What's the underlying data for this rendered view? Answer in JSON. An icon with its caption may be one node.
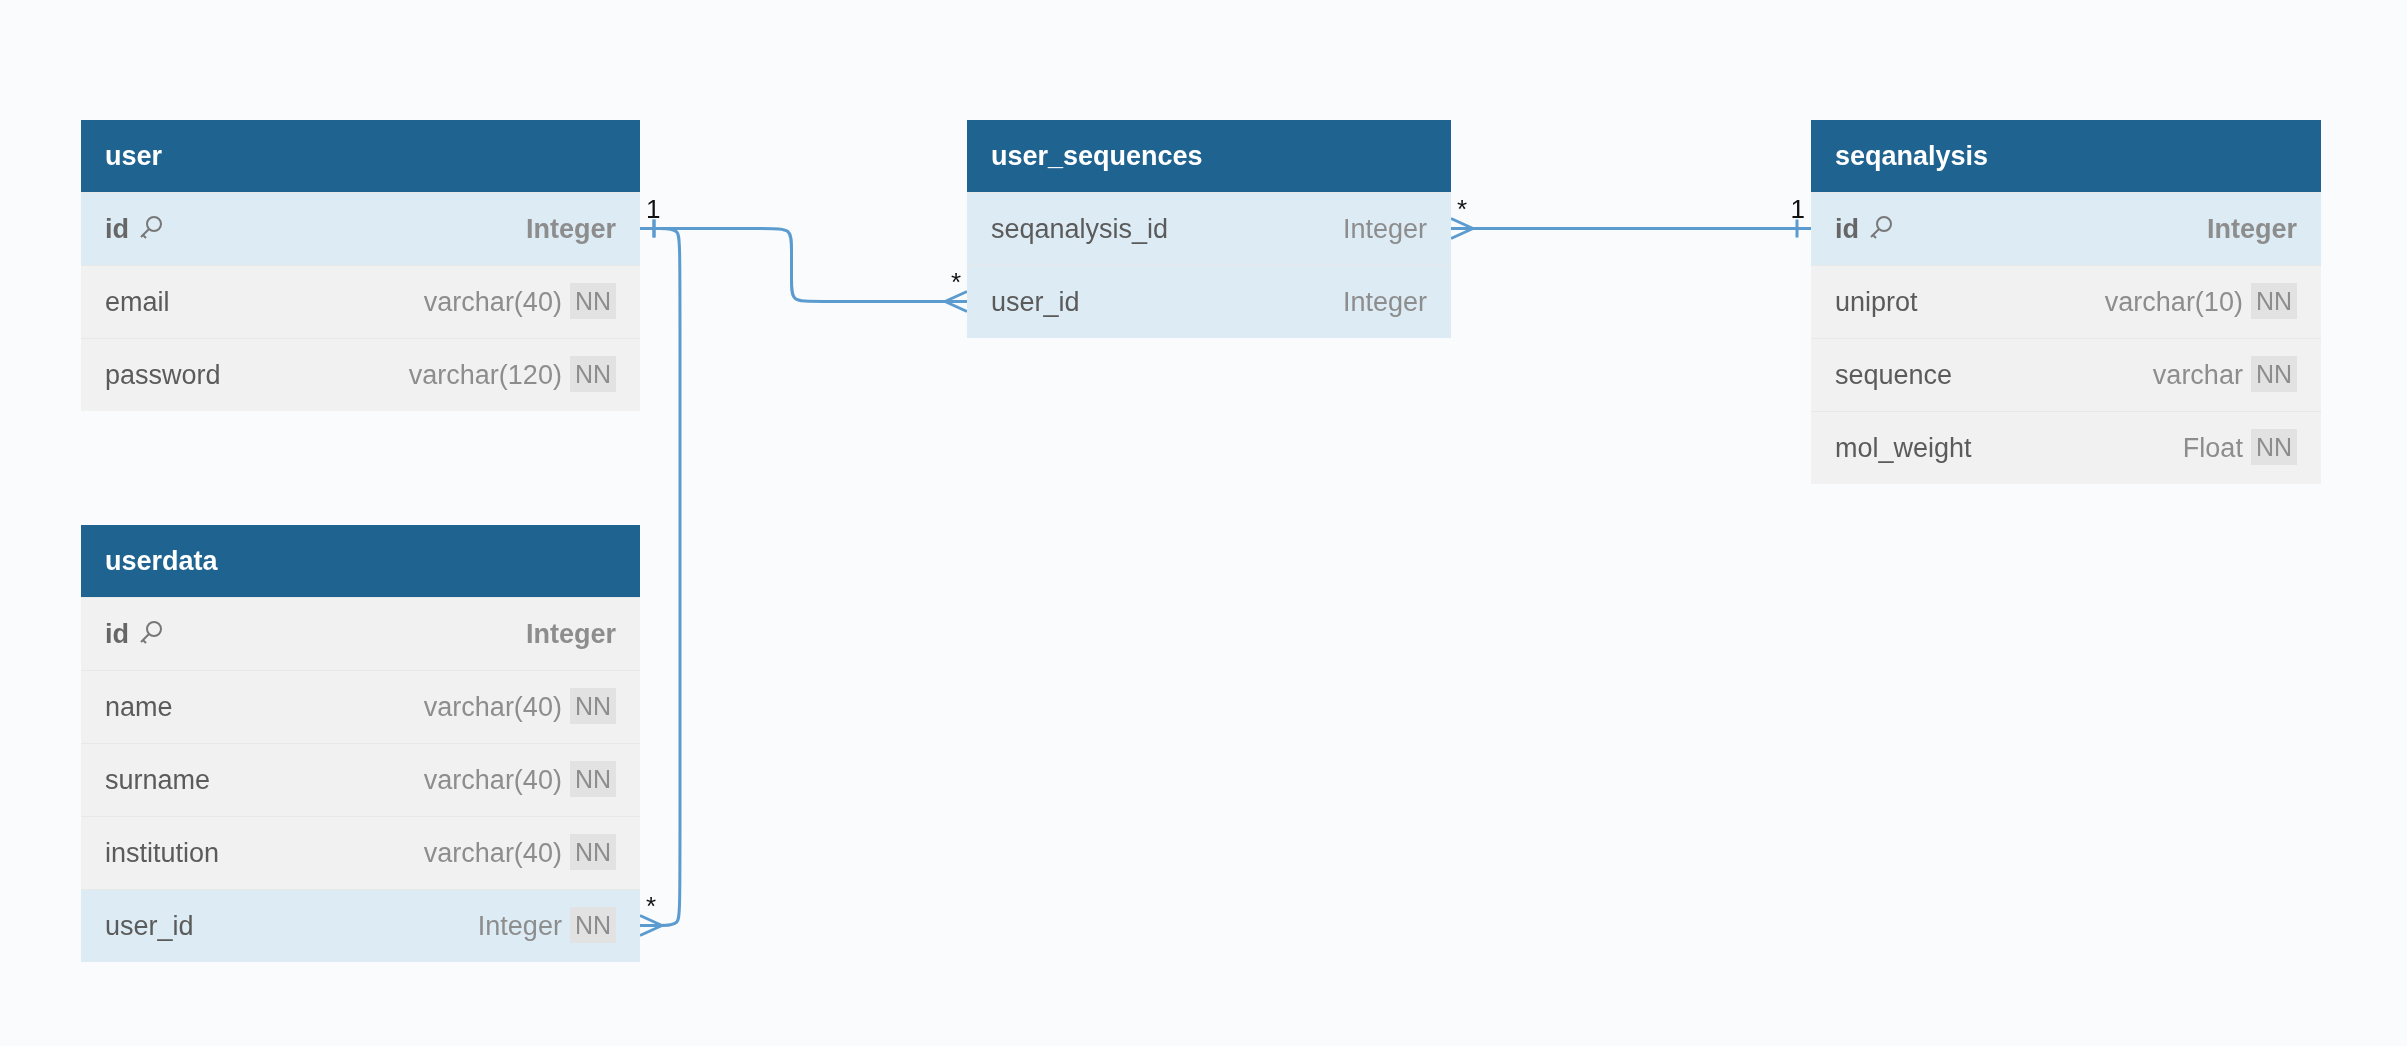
{
  "diagram": {
    "nodes": [
      {
        "text": [
          "user"
        ]
      },
      {
        "text": [
          "id",
          "Integer"
        ],
        "in": 0,
        "beside": [
          "1"
        ]
      },
      {
        "text": [
          "email",
          "varchar(40)",
          "NN"
        ],
        "in": 0
      },
      {
        "text": [
          "password",
          "varchar(120)",
          "NN"
        ],
        "in": 0
      },
      {
        "text": [
          "user_sequences"
        ]
      },
      {
        "text": [
          "seqanalysis_id",
          "Integer"
        ],
        "in": 4,
        "beside": [
          "*"
        ]
      },
      {
        "text": [
          "user_id",
          "Integer"
        ],
        "in": 4,
        "beside": [
          "*"
        ]
      },
      {
        "text": [
          "seqanalysis"
        ]
      },
      {
        "text": [
          "id",
          "Integer"
        ],
        "in": 7,
        "beside": [
          "1"
        ]
      },
      {
        "text": [
          "uniprot",
          "varchar(10)",
          "NN"
        ],
        "in": 7
      },
      {
        "text": [
          "sequence",
          "varchar",
          "NN"
        ],
        "in": 7
      },
      {
        "text": [
          "mol_weight",
          "Float",
          "NN"
        ],
        "in": 7
      },
      {
        "text": [
          "userdata"
        ]
      },
      {
        "text": [
          "id",
          "Integer"
        ],
        "in": 12
      },
      {
        "text": [
          "name",
          "varchar(40)",
          "NN"
        ],
        "in": 12
      },
      {
        "text": [
          "surname",
          "varchar(40)",
          "NN"
        ],
        "in": 12
      },
      {
        "text": [
          "institution",
          "varchar(40)",
          "NN"
        ],
        "in": 12
      },
      {
        "text": [
          "user_id",
          "Integer",
          "NN"
        ],
        "in": 12,
        "beside": [
          "*"
        ]
      }
    ],
    "edges": [
      {
        "from": 1,
        "to": 6,
        "arrow": "other"
      },
      {
        "from": 1,
        "to": 17,
        "arrow": "other"
      },
      {
        "from": 8,
        "to": 5,
        "arrow": "other"
      }
    ]
  }
}
